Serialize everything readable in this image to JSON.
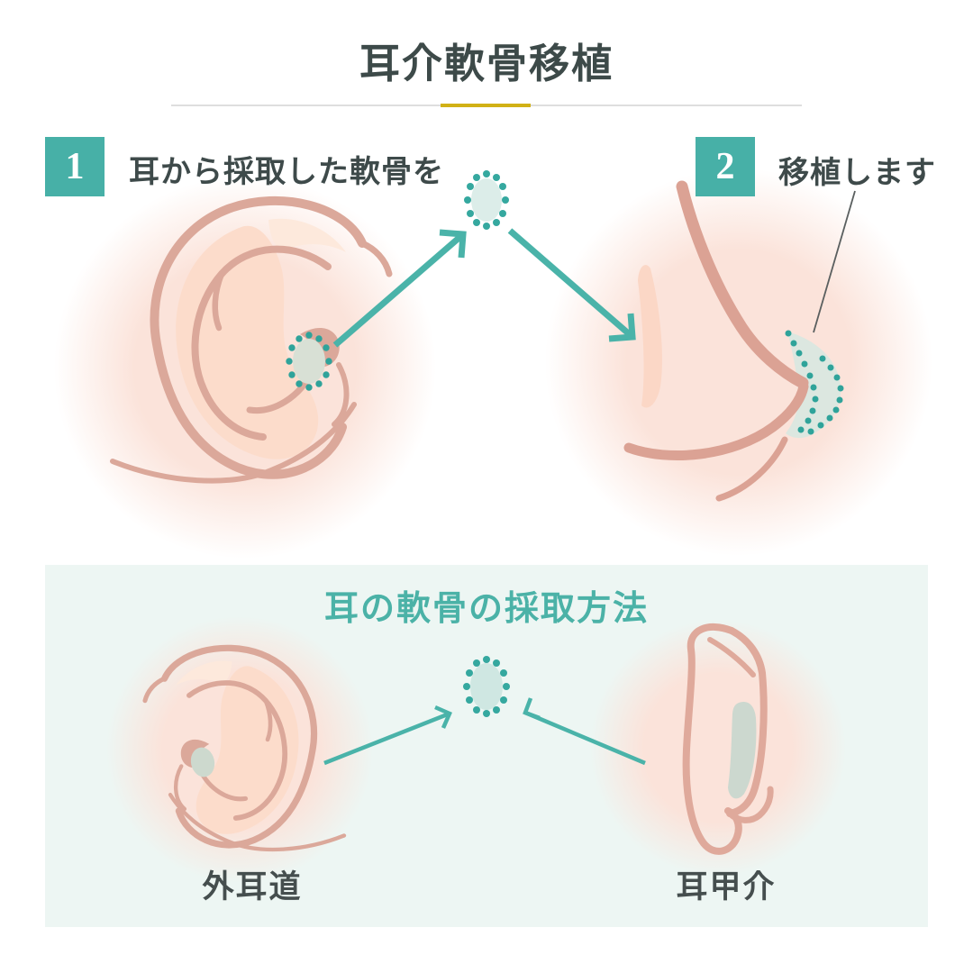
{
  "page": {
    "title": "耳介軟骨移植"
  },
  "steps": [
    {
      "number": "1",
      "label": "耳から採取した軟骨を"
    },
    {
      "number": "2",
      "label": "移植します"
    }
  ],
  "harvest_section": {
    "title": "耳の軟骨の採取方法",
    "labels": {
      "left": "外耳道",
      "right": "耳甲介"
    }
  },
  "icons": {
    "ear_front": "ear-front-illustration",
    "ear_back": "ear-back-illustration",
    "nose": "nose-profile-illustration",
    "graft_oval": "cartilage-graft-dotted-oval",
    "arrow": "teal-transfer-arrow"
  },
  "colors": {
    "teal_accent": "#47b0a7",
    "teal_dots": "#2fa39a",
    "gold_accent": "#d1b116",
    "rose_line": "#dba89a",
    "pink_glow": "#fbe3da",
    "ink_text": "#3d4a49",
    "section_title_teal": "#4bb2a7",
    "panel_mint": "#edf6f3",
    "graft_fill": "#d8e0d5"
  }
}
